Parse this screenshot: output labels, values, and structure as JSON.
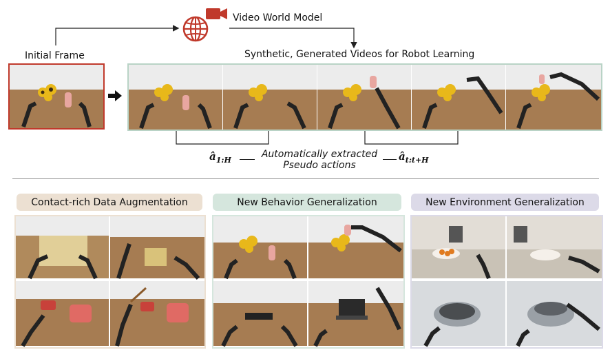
{
  "top": {
    "model_label": "Video World Model",
    "initial_label": "Initial Frame",
    "synthetic_label": "Synthetic, Generated Videos for Robot Learning",
    "action_left": "â",
    "action_left_sub": "1:H",
    "action_note_line1": "Automatically extracted",
    "action_note_line2": "Pseudo actions",
    "action_right": "â",
    "action_right_sub": "t:t+H"
  },
  "bottom": {
    "categories": [
      {
        "label": "Contact-rich Data Augmentation",
        "color": "#ece0d2"
      },
      {
        "label": "New Behavior Generalization",
        "color": "#d5e6dd"
      },
      {
        "label": "New Environment Generalization",
        "color": "#dcdae8"
      }
    ]
  },
  "colors": {
    "initial_border": "#c0392b",
    "strip_border": "#b9d3c6",
    "globe": "#c0392b",
    "table": "#a67c52",
    "wall": "#ececec"
  },
  "icons": [
    "globe-icon",
    "camera-icon",
    "arrow-right-icon"
  ]
}
